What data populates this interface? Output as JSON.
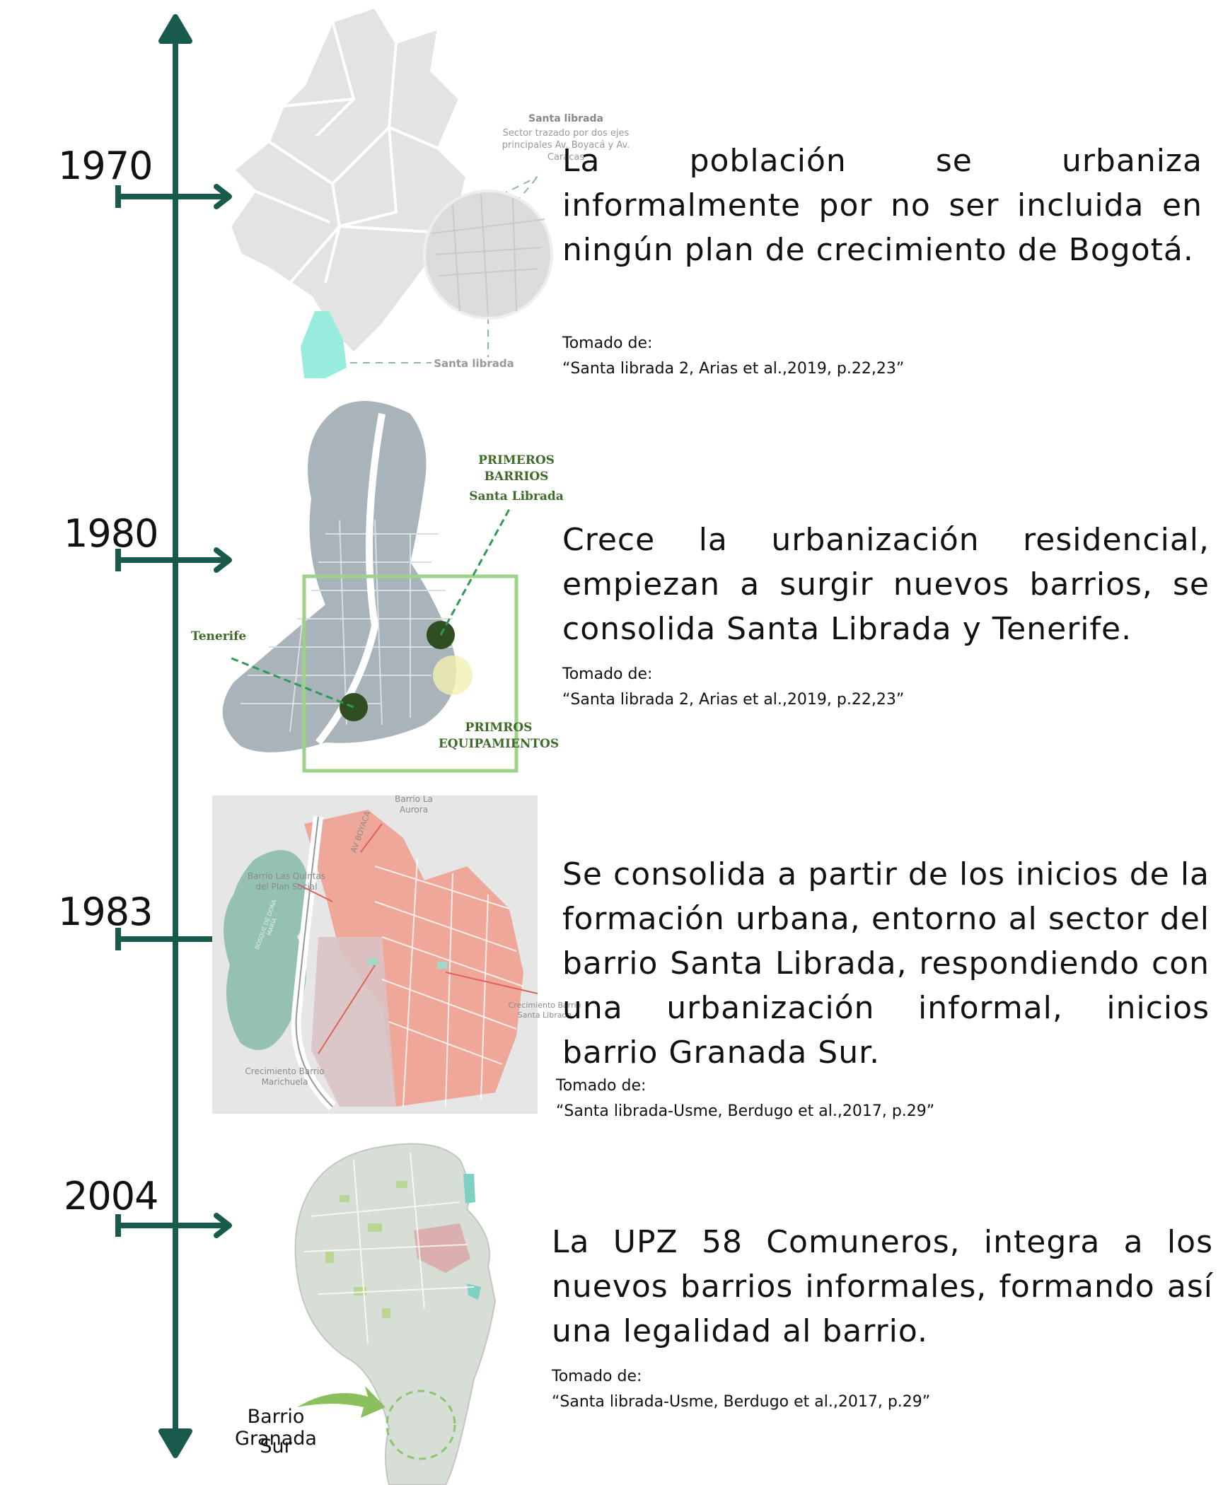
{
  "timeline": {
    "line_color": "#185a4b",
    "entries": [
      {
        "year": "1970",
        "description": "La población se urbaniza informalmente por no ser incluida en ningún plan de crecimiento de Bogotá.",
        "source_label": "Tomado de:",
        "source_ref": "“Santa librada 2, Arias et al.,2019, p.22,23”",
        "map_labels": {
          "callout_title": "Santa librada",
          "callout_body": "Sector trazado por dos ejes principales Av. Boyacá y Av. Caracas",
          "bottom_label": "Santa librada"
        }
      },
      {
        "year": "1980",
        "description": "Crece la urbanización residencial, empiezan a surgir nuevos barrios, se consolida Santa Librada y Tenerife.",
        "source_label": "Tomado de:",
        "source_ref": "“Santa librada 2, Arias et al.,2019, p.22,23”",
        "map_labels": {
          "primeros_barrios": "PRIMEROS BARRIOS",
          "santa_librada": "Santa Librada",
          "tenerife": "Tenerife",
          "primeros_equipamientos": "PRIMROS EQUIPAMIENTOS"
        }
      },
      {
        "year": "1983",
        "description": "Se consolida a partir de los inicios de la formación urbana, entorno al sector del barrio Santa Librada, respondiendo con una urbanización informal, inicios barrio Granada Sur.",
        "source_label": "Tomado de:",
        "source_ref": "“Santa librada-Usme, Berdugo et al.,2017, p.29”",
        "map_labels": {
          "barrio_la_aurora": "Barrio La Aurora",
          "av_boyaca": "AV BOYACÁ",
          "barrio_las_quintas": "Barrio Las Quintas del Plan Social",
          "bosque": "BOSQUE DE DOÑA MARÍA",
          "crecimiento_santa_librada": "Crecimiento Barrio Santa Librada",
          "crecimiento_marichuela": "Crecimiento Barrio Marichuela"
        }
      },
      {
        "year": "2004",
        "description": "La UPZ 58 Comuneros, integra a los nuevos barrios informales, formando así una legalidad al barrio.",
        "source_label": "Tomado de:",
        "source_ref": "“Santa librada-Usme, Berdugo et al.,2017, p.29”",
        "map_labels": {
          "barrio_granada_line1": "Barrio Granada",
          "barrio_granada_line2": "Sur"
        }
      }
    ]
  }
}
